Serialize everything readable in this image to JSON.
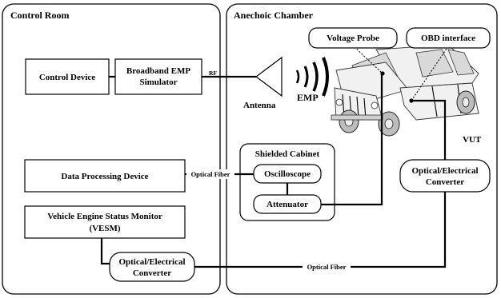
{
  "control_room": {
    "title": "Control Room"
  },
  "anechoic_chamber": {
    "title": "Anechoic Chamber"
  },
  "shielded_cabinet": {
    "title": "Shielded Cabinet"
  },
  "blocks": {
    "control_device": "Control Device",
    "emp_simulator_line1": "Broadband EMP",
    "emp_simulator_line2": "Simulator",
    "data_processing": "Data Processing Device",
    "vesm_line1": "Vehicle Engine Status Monitor",
    "vesm_line2": "(VESM)",
    "oe_converter_left_line1": "Optical/Electrical",
    "oe_converter_left_line2": "Converter",
    "oe_converter_right_line1": "Optical/Electrical",
    "oe_converter_right_line2": "Converter",
    "oscilloscope": "Oscilloscope",
    "attenuator": "Attenuator",
    "voltage_probe": "Voltage Probe",
    "obd_interface": "OBD interface"
  },
  "labels": {
    "rf": "RF",
    "antenna": "Antenna",
    "emp": "EMP",
    "vut": "VUT",
    "optical_fiber_top": "Optical Fiber",
    "optical_fiber_bottom": "Optical Fiber"
  }
}
